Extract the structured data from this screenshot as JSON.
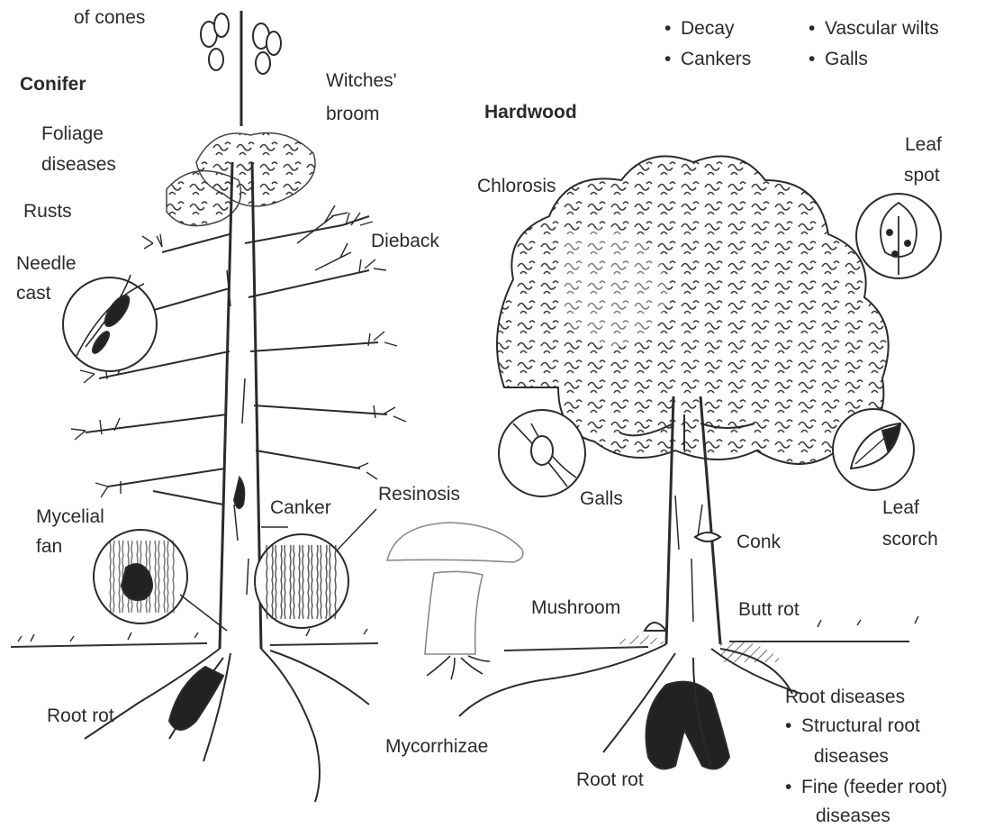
{
  "diagram": {
    "conifer": {
      "title": "Conifer",
      "labels": {
        "cones": "of cones",
        "witches_broom_1": "Witches'",
        "witches_broom_2": "broom",
        "foliage_1": "Foliage",
        "foliage_2": "diseases",
        "rusts": "Rusts",
        "needle_1": "Needle",
        "needle_2": "cast",
        "dieback": "Dieback",
        "mycelial_1": "Mycelial",
        "mycelial_2": "fan",
        "canker": "Canker",
        "resinosis": "Resinosis",
        "root_rot": "Root rot"
      }
    },
    "hardwood": {
      "title": "Hardwood",
      "labels": {
        "chlorosis": "Chlorosis",
        "leaf_spot_1": "Leaf",
        "leaf_spot_2": "spot",
        "galls": "Galls",
        "leaf_scorch_1": "Leaf",
        "leaf_scorch_2": "scorch",
        "conk": "Conk",
        "mushroom": "Mushroom",
        "butt_rot": "Butt rot",
        "root_rot": "Root rot"
      }
    },
    "center": {
      "mycorrhizae": "Mycorrhizae"
    },
    "top_list": {
      "col1": [
        "Decay",
        "Cankers"
      ],
      "col2": [
        "Vascular wilts",
        "Galls"
      ]
    },
    "root_diseases": {
      "heading": "Root diseases",
      "items": [
        {
          "line1": "Structural root",
          "line2": "diseases"
        },
        {
          "line1": "Fine (feeder root)",
          "line2": "diseases"
        }
      ]
    },
    "bullet_char": "•",
    "colors": {
      "ink": "#2b2b2b",
      "fill_dark": "#222222",
      "paper": "#ffffff"
    }
  }
}
